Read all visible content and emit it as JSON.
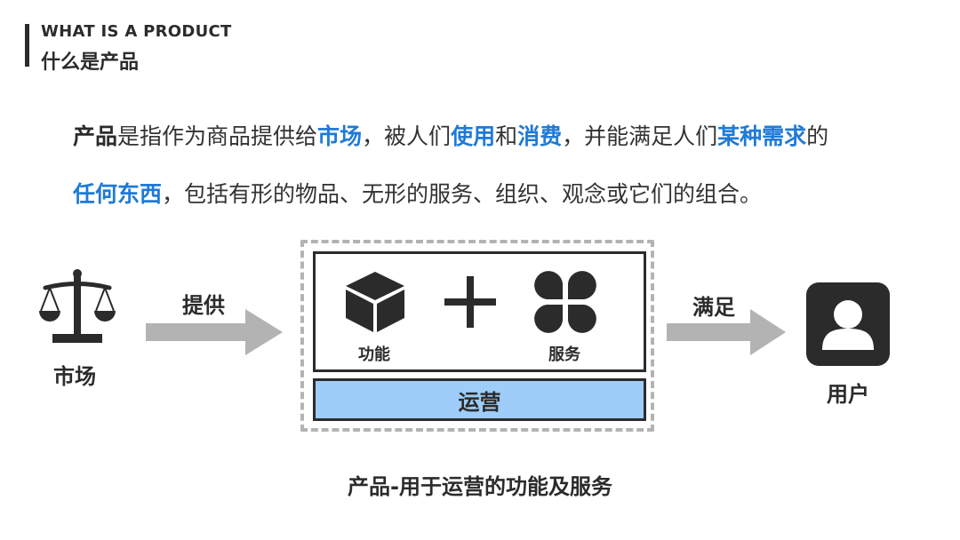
{
  "header": {
    "title_en": "WHAT IS A PRODUCT",
    "title_cn": "什么是产品"
  },
  "definition": {
    "line1": [
      {
        "text": "产品",
        "style": "bold"
      },
      {
        "text": "是指作为商品提供给",
        "style": "plain"
      },
      {
        "text": "市场",
        "style": "blue"
      },
      {
        "text": "，被人们",
        "style": "plain"
      },
      {
        "text": "使用",
        "style": "blue"
      },
      {
        "text": "和",
        "style": "plain"
      },
      {
        "text": "消费",
        "style": "blue"
      },
      {
        "text": "，并能满足人们",
        "style": "plain"
      },
      {
        "text": "某种需求",
        "style": "blue"
      },
      {
        "text": "的",
        "style": "plain"
      }
    ],
    "line2": [
      {
        "text": "任何东西",
        "style": "blue"
      },
      {
        "text": "，包括有形的物品、无形的服务、组织、观念或它们的组合。",
        "style": "plain"
      }
    ]
  },
  "diagram": {
    "market_label": "市场",
    "provide_label": "提供",
    "function_label": "功能",
    "service_label": "服务",
    "operations_label": "运营",
    "satisfy_label": "满足",
    "user_label": "用户",
    "caption": "产品-用于运营的功能及服务",
    "icons": {
      "market": "scale-icon",
      "function": "cube-icon",
      "plus": "plus-icon",
      "service": "clover-icon",
      "user": "user-icon"
    }
  },
  "colors": {
    "accent_blue": "#1f7ad6",
    "operations_fill": "#9dcdf8",
    "arrow_gray": "#b3b3b3",
    "dark": "#2b2b2b"
  }
}
